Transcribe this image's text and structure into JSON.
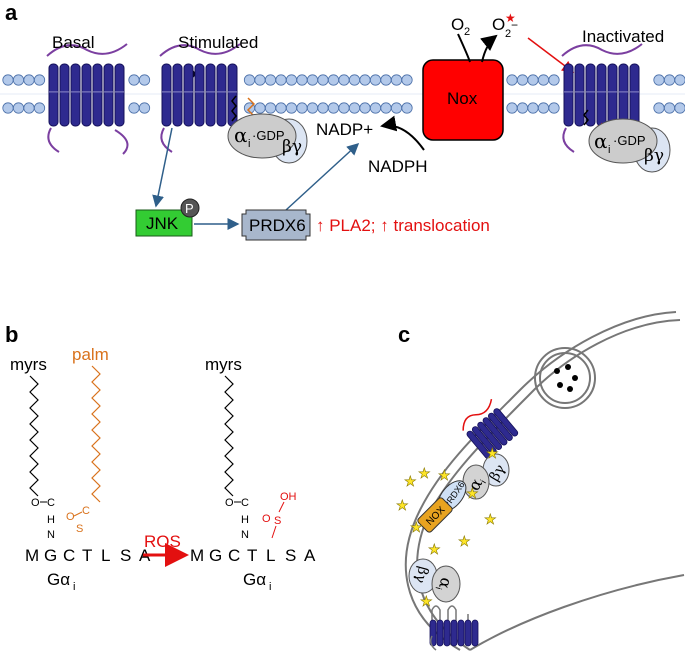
{
  "panel_a": {
    "letter": "a",
    "basal": "Basal",
    "stimulated": "Stimulated",
    "inactivated": "Inactivated",
    "nox": "Nox",
    "o2": "O",
    "o2_sub": "2",
    "o2_radical": "O",
    "o2_radical_sub": "2",
    "o2_radical_sup": "−",
    "alpha": "α",
    "alpha_sub": "i",
    "gdp": "·GDP",
    "betagamma": "βγ",
    "nadp": "NADP+",
    "nadph": "NADPH",
    "jnk": "JNK",
    "p": "P",
    "prdx6": "PRDX6",
    "effects": "↑ PLA2; ↑ translocation",
    "colors": {
      "receptor": "#2e2a8f",
      "receptor_loop": "#7b3fa0",
      "nox": "#ff0000",
      "jnk": "#33cc33",
      "prdx6": "#a8b7cc",
      "effects": "#e31010",
      "arrow": "#2f5f8a",
      "lipid_head": "#b3c9ea",
      "palm": "#d9721c"
    }
  },
  "panel_b": {
    "letter": "b",
    "myrs": "myrs",
    "palm": "palm",
    "ros": "ROS",
    "seq_left": [
      "M",
      "G",
      "C",
      "T",
      "L",
      "S",
      "A"
    ],
    "seq_right": [
      "M",
      "G",
      "C",
      "T",
      "L",
      "S",
      "A"
    ],
    "galpha": "Gα",
    "galpha_sub": "i",
    "atom_o": "O",
    "atom_c": "C",
    "atom_h": "H",
    "atom_n": "N",
    "atom_s": "S",
    "atom_oh": "OH"
  },
  "panel_c": {
    "letter": "c",
    "nox": "NOX",
    "prdx6": "PRDX6",
    "alpha": "α",
    "alpha_sub": "i",
    "betagamma": "βγ"
  }
}
